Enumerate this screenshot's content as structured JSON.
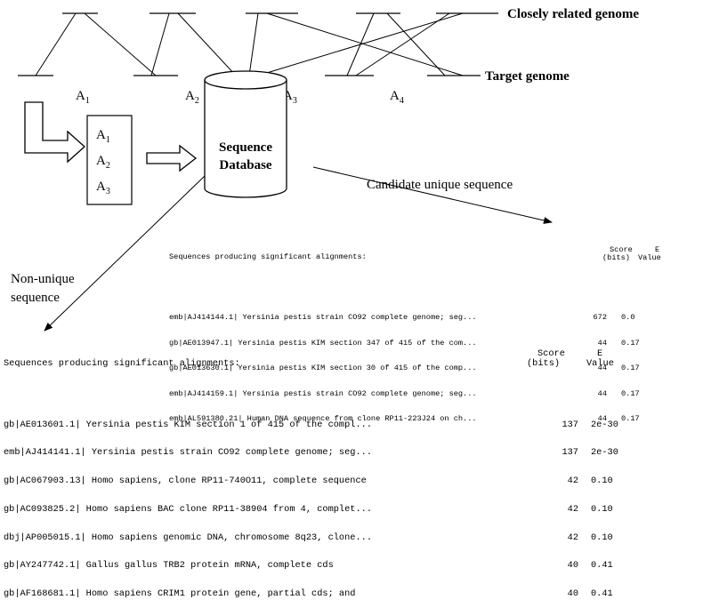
{
  "genomes": {
    "related_label": "Closely related genome",
    "target_label": "Target genome"
  },
  "regions": [
    {
      "base": "A",
      "sub": "1"
    },
    {
      "base": "A",
      "sub": "2"
    },
    {
      "base": "A",
      "sub": "3"
    },
    {
      "base": "A",
      "sub": "4"
    }
  ],
  "query_box": {
    "items": [
      {
        "base": "A",
        "sub": "1"
      },
      {
        "base": "A",
        "sub": "2"
      },
      {
        "base": "A",
        "sub": "3"
      }
    ]
  },
  "database": {
    "line1": "Sequence",
    "line2": "Database"
  },
  "arrows": {
    "candidate_label": "Candidate unique sequence",
    "nonunique_line1": "Non-unique",
    "nonunique_line2": "sequence"
  },
  "blast_candidate": {
    "header_title": "Sequences producing significant alignments:",
    "header_score1": "Score",
    "header_score2": "(bits)",
    "header_e1": "E",
    "header_e2": "Value",
    "rows": [
      {
        "desc": "emb|AJ414144.1| Yersinia pestis strain CO92 complete genome; seg...",
        "score": "672",
        "e": "0.0"
      },
      {
        "desc": "gb|AE013947.1| Yersinia pestis KIM section 347 of 415 of the com...",
        "score": "44",
        "e": "0.17"
      },
      {
        "desc": "gb|AE013630.1| Yersinia pestis KIM section 30 of 415 of the comp...",
        "score": "44",
        "e": "0.17"
      },
      {
        "desc": "emb|AJ414159.1| Yersinia pestis strain CO92 complete genome; seg...",
        "score": "44",
        "e": "0.17"
      },
      {
        "desc": "emb|AL591380.21| Human DNA sequence from clone RP11-223J24 on ch...",
        "score": "44",
        "e": "0.17"
      }
    ]
  },
  "blast_nonunique": {
    "header_title": "Sequences producing significant alignments:",
    "header_score1": "Score",
    "header_score2": "(bits)",
    "header_e1": "E",
    "header_e2": "Value",
    "rows": [
      {
        "desc": "gb|AE013601.1| Yersinia pestis KIM section 1 of 415 of the compl...",
        "score": "137",
        "e": "2e-30"
      },
      {
        "desc": "emb|AJ414141.1| Yersinia pestis strain CO92 complete genome; seg...",
        "score": "137",
        "e": "2e-30"
      },
      {
        "desc": "gb|AC067903.13| Homo sapiens, clone RP11-740O11, complete sequence",
        "score": "42",
        "e": "0.10"
      },
      {
        "desc": "gb|AC093825.2| Homo sapiens BAC clone RP11-38904 from 4, complet...",
        "score": "42",
        "e": "0.10"
      },
      {
        "desc": "dbj|AP005015.1| Homo sapiens genomic DNA, chromosome 8q23, clone...",
        "score": "42",
        "e": "0.10"
      },
      {
        "desc": "gb|AY247742.1| Gallus gallus TRB2 protein mRNA, complete cds",
        "score": "40",
        "e": "0.41"
      },
      {
        "desc": "gb|AF168681.1| Homo sapiens CRIM1 protein gene, partial cds; and",
        "score": "40",
        "e": "0.41"
      }
    ]
  }
}
